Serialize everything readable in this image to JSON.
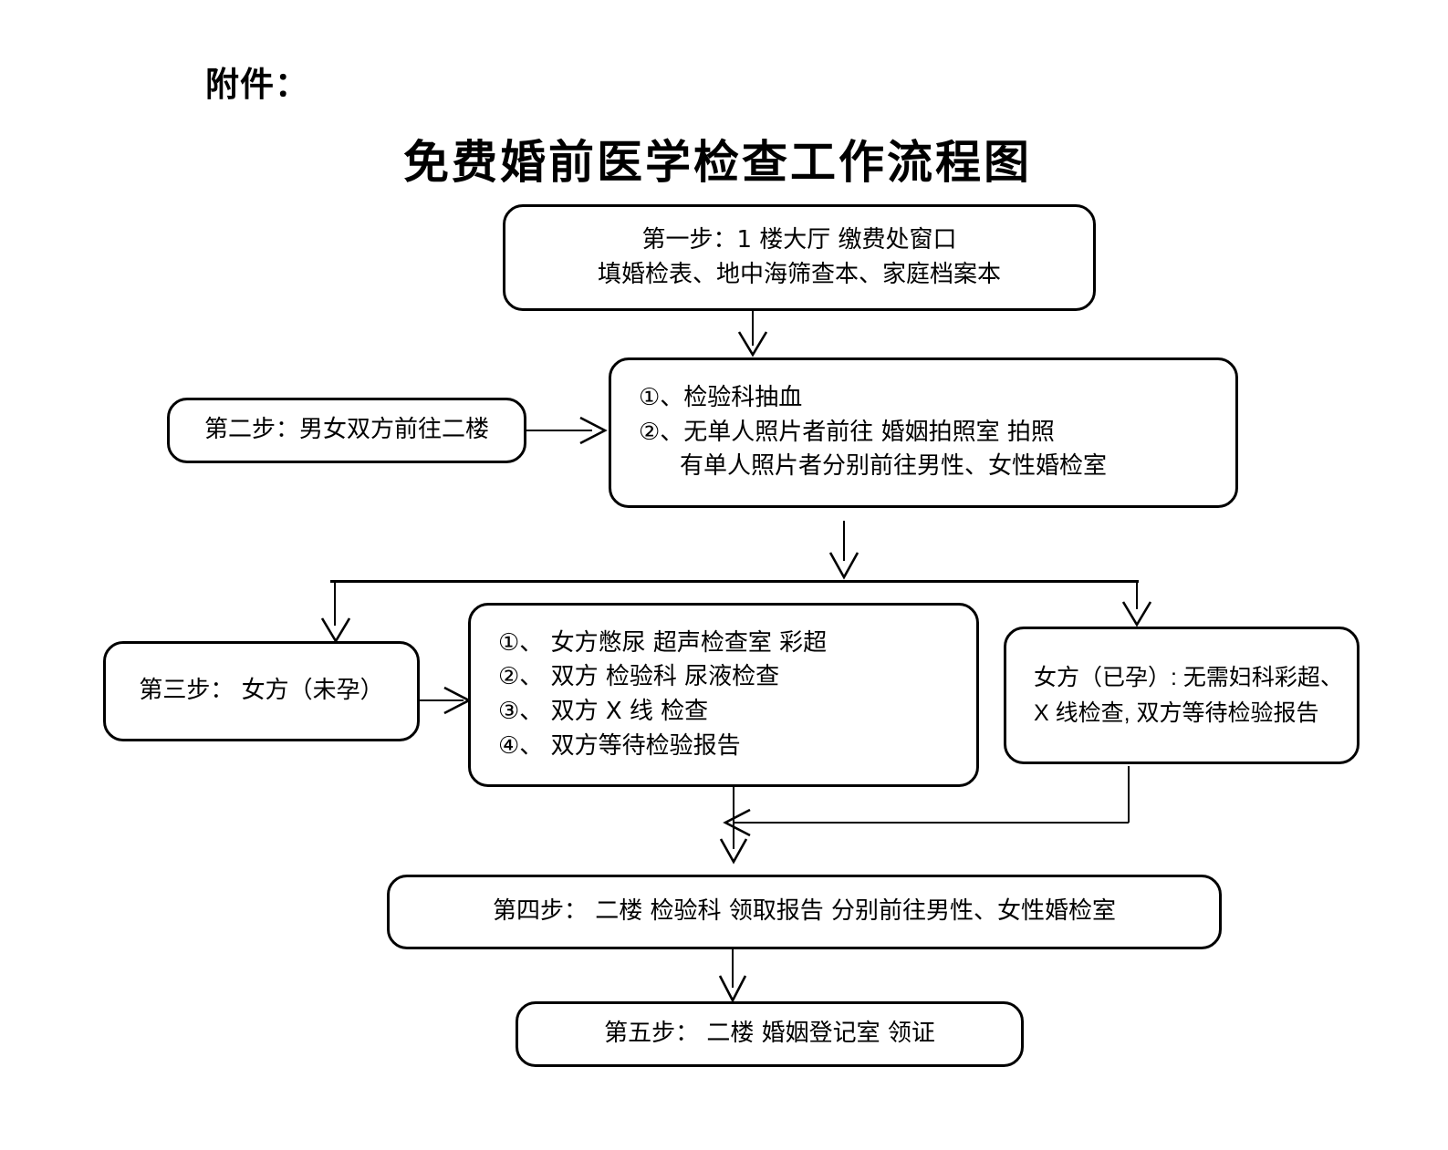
{
  "document": {
    "attachment_label": "附件：",
    "title": "免费婚前医学检查工作流程图"
  },
  "nodes": {
    "step1": {
      "name": "step-1",
      "lines": [
        "第一步：1 楼大厅  缴费处窗口",
        "填婚检表、地中海筛查本、家庭档案本"
      ]
    },
    "step2": {
      "name": "step-2",
      "lines": [
        "第二步：男女双方前往二楼"
      ]
    },
    "secondfloor_tasks": {
      "name": "second-floor-tasks",
      "lines": [
        "①、检验科抽血",
        "②、无单人照片者前往  婚姻拍照室  拍照",
        "有单人照片者分别前往男性、女性婚检室"
      ]
    },
    "step3": {
      "name": "step-3",
      "lines": [
        "第三步： 女方（未孕）"
      ]
    },
    "unpregnant_tasks": {
      "name": "unpregnant-tasks",
      "lines": [
        "①、 女方憋尿  超声检查室  彩超",
        "②、 双方  检验科  尿液检查",
        "③、 双方  X 线  检查",
        "④、 双方等待检验报告"
      ]
    },
    "pregnant_case": {
      "name": "pregnant-case",
      "lines": [
        "女方（已孕）: 无需妇科彩超、",
        "X 线检查, 双方等待检验报告"
      ]
    },
    "step4": {
      "name": "step-4",
      "lines": [
        "第四步： 二楼  检验科  领取报告  分别前往男性、女性婚检室"
      ]
    },
    "step5": {
      "name": "step-5",
      "lines": [
        "第五步： 二楼  婚姻登记室  领证"
      ]
    }
  },
  "colors": {
    "ink": "#000000",
    "paper": "#ffffff"
  }
}
